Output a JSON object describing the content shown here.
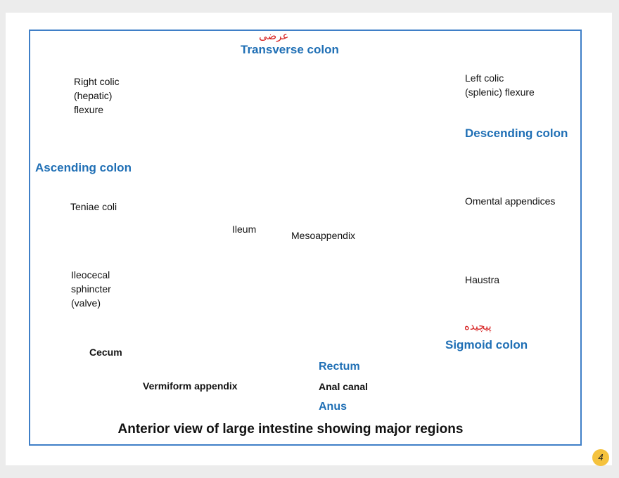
{
  "labels": {
    "transverse_colon": "Transverse colon",
    "right_colic": "Right colic\n(hepatic)\nflexure",
    "left_colic": "Left colic\n(splenic) flexure",
    "descending_colon": "Descending colon",
    "ascending_colon": "Ascending colon",
    "teniae_coli": "Teniae coli",
    "omental_appendices": "Omental appendices",
    "ileum": "Ileum",
    "mesoappendix": "Mesoappendix",
    "ileocecal": "Ileocecal\nsphincter\n(valve)",
    "haustra": "Haustra",
    "sigmoid_colon": "Sigmoid colon",
    "cecum": "Cecum",
    "rectum": "Rectum",
    "vermiform_appendix": "Vermiform appendix",
    "anal_canal": "Anal canal",
    "anus": "Anus"
  },
  "handwritten": {
    "transverse_note": "عرضی",
    "sigmoid_note": "پیچیده"
  },
  "caption": "Anterior view of large intestine showing major regions",
  "page_number": "4",
  "colors": {
    "frame_border": "#3f7fc7",
    "region_label": "#1f6fb5",
    "underline_red": "#d62020",
    "tissue": "#eea39c",
    "tissue_dark": "#d77d79",
    "fat_tag": "#f2c46a",
    "page_badge": "#f5c23d"
  }
}
